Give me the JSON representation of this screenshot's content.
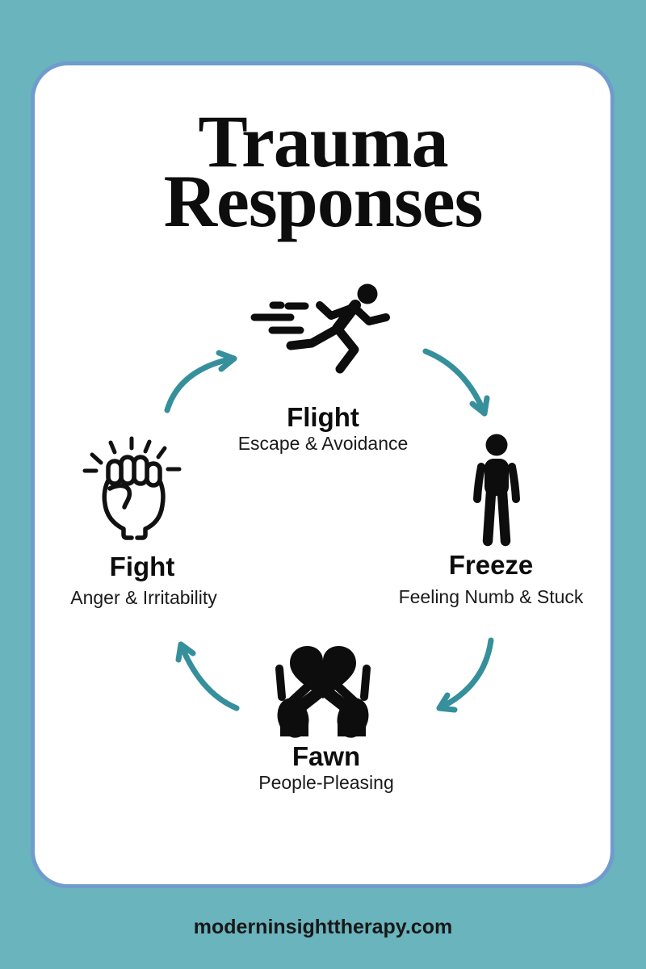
{
  "infographic": {
    "title_line1": "Trauma",
    "title_line2": "Responses",
    "footer_url": "moderninsighttherapy.com"
  },
  "responses": [
    {
      "name": "Flight",
      "description": "Escape & Avoidance",
      "icon": "running-person-icon"
    },
    {
      "name": "Freeze",
      "description": "Feeling Numb & Stuck",
      "icon": "standing-person-icon"
    },
    {
      "name": "Fawn",
      "description": "People-Pleasing",
      "icon": "hands-holding-heart-icon"
    },
    {
      "name": "Fight",
      "description": "Anger & Irritability",
      "icon": "raised-fist-icon"
    }
  ],
  "cycle": {
    "order": [
      "Flight",
      "Freeze",
      "Fawn",
      "Fight"
    ],
    "direction": "clockwise"
  },
  "colors": {
    "background": "#6ab4bd",
    "card_background": "#ffffff",
    "card_border": "#6f9ccd",
    "arrow": "#35909c",
    "text": "#111111",
    "icons": "#0d0d0d"
  }
}
